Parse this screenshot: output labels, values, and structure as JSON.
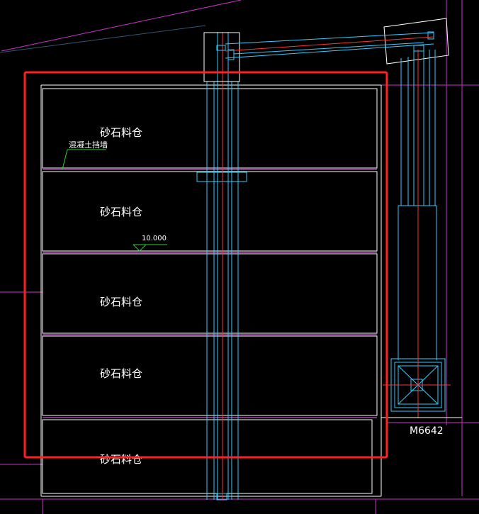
{
  "drawing": {
    "bins": [
      {
        "label": "砂石料仓"
      },
      {
        "label": "砂石料仓"
      },
      {
        "label": "砂石料仓"
      },
      {
        "label": "砂石料仓"
      },
      {
        "label": "砂石料仓"
      }
    ],
    "annotation_wall": "混凝土挡墙",
    "elevation_mark": "10.000",
    "equipment_label": "M6642"
  },
  "colors": {
    "background": "#000000",
    "outline": "#ffffff",
    "slab_edge": "#ff66ff",
    "magenta": "#cc33cc",
    "cyan": "#33ccff",
    "red": "#ff3333",
    "green": "#33cc33",
    "selection": "#ff2222"
  }
}
